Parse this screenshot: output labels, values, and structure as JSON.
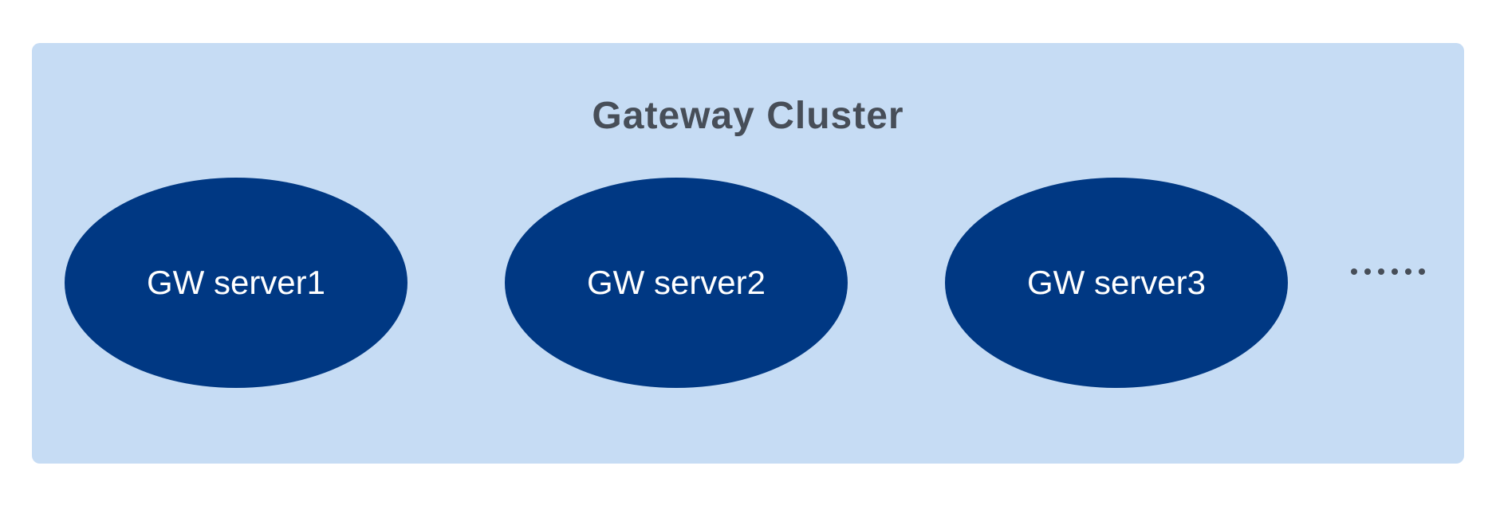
{
  "cluster": {
    "title": "Gateway Cluster",
    "background_color": "#c6dcf4",
    "servers": [
      {
        "label": "GW server1"
      },
      {
        "label": "GW server2"
      },
      {
        "label": "GW server3"
      }
    ],
    "server_color": "#003883",
    "more_indicator": "......"
  }
}
